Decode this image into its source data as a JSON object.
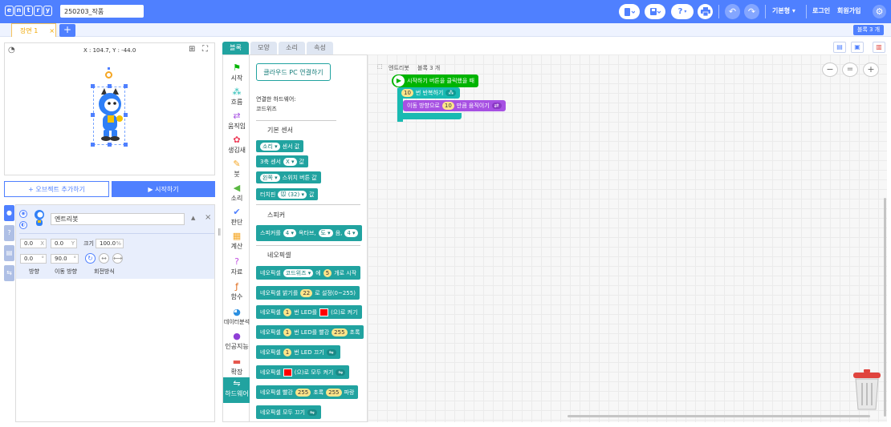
{
  "header": {
    "logo_letters": [
      "e",
      "n",
      "t",
      "r",
      "y"
    ],
    "project_title": "250203_작품",
    "help_label": "?",
    "mode_label": "기본형 ▾",
    "login_label": "로그인",
    "signup_label": "회원가입"
  },
  "scene": {
    "tab_label": "장면 1",
    "close_glyph": "×",
    "add_glyph": "+",
    "block_count": "블록 3 개"
  },
  "stage": {
    "coords": "X : 104.7,  Y : -44.0",
    "add_object_label": "+ 오브젝트 추가하기",
    "start_label": "▶ 시작하기"
  },
  "object": {
    "name": "엔트리봇",
    "x": "0.0",
    "x_unit": "X",
    "y": "0.0",
    "y_unit": "Y",
    "size_label": "크기",
    "size": "100.0",
    "size_unit": "%",
    "direction": "0.0",
    "move_direction": "90.0",
    "deg_unit": "°",
    "direction_label": "방향",
    "move_direction_label": "이동 방향",
    "rotation_label": "회전방식"
  },
  "tabs": [
    "블록",
    "모양",
    "소리",
    "속성"
  ],
  "categories": [
    "시작",
    "흐름",
    "움직임",
    "생김새",
    "붓",
    "소리",
    "판단",
    "계산",
    "자료",
    "함수",
    "데이터분석",
    "인공지능",
    "확장",
    "하드웨어"
  ],
  "palette": {
    "connect_button": "클라우드 PC 연결하기",
    "connected_hw_label": "연결한 하드웨어:",
    "hw_name": "코드위즈",
    "section_basic_sensor": "기본 센서",
    "section_speaker": "스피커",
    "section_neopixel": "네오픽셀",
    "blocks": {
      "b1": [
        "소리 ▾",
        "센서 값"
      ],
      "b2": [
        "3축 센서",
        "X ▾",
        "값"
      ],
      "b3": [
        "왼쪽 ▾",
        "스위치 버튼 값"
      ],
      "b4": [
        "터치핀",
        "🐭 (32) ▾",
        "값"
      ],
      "b5": [
        "스피커를",
        "4 ▾",
        "옥타브,",
        "도 ▾",
        "음,",
        "4 ▾"
      ],
      "b6": [
        "네오픽셀",
        "코드위즈 ▾",
        "에",
        "5",
        "개로 시작"
      ],
      "b7": [
        "네오픽셀 밝기를",
        "22",
        "로 설정(0~255)"
      ],
      "b8": [
        "네오픽셀",
        "1",
        "번 LED를",
        "(으)로 켜기"
      ],
      "b9": [
        "네오픽셀",
        "1",
        "번 LED를 빨강",
        "255",
        "초록"
      ],
      "b10": [
        "네오픽셀",
        "1",
        "번 LED 끄기"
      ],
      "b11": [
        "네오픽셀",
        "(으)로 모두 켜기"
      ],
      "b12": [
        "네오픽셀 빨강",
        "255",
        "초록",
        "255",
        "파랑"
      ],
      "b13": [
        "네오픽셀 모두 끄기"
      ]
    }
  },
  "workspace": {
    "object_label": "엔트리봇",
    "block_count": "블록 3 개",
    "start_block": "시작하기 버튼을 클릭했을 때",
    "repeat_count": "10",
    "repeat_label": "번 반복하기",
    "move_prefix": "이동 방향으로",
    "move_amount": "10",
    "move_suffix": "만큼 움직이기",
    "zoom_out": "−",
    "zoom_reset": "=",
    "zoom_in": "+"
  },
  "colors": {
    "accent": "#4f80ff",
    "start_green": "#00b400",
    "flow_teal": "#19bab2",
    "motion_purple": "#a751e3",
    "hardware_teal": "#21a3a0",
    "trash_red": "#e0443e"
  }
}
